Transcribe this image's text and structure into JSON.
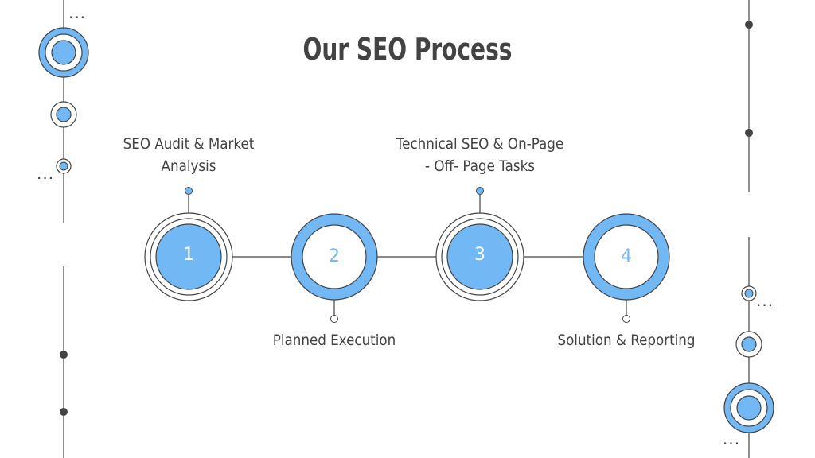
{
  "slide": {
    "title": "Our SEO Process"
  },
  "steps": [
    {
      "number": "1",
      "label": "SEO Audit & Market\nAnalysis",
      "label_line1": "SEO Audit & Market",
      "label_line2": "Analysis"
    },
    {
      "number": "2",
      "label": "Planned Execution"
    },
    {
      "number": "3",
      "label_line1": "Technical SEO & On-Page",
      "label_line2": "- Off- Page Tasks"
    },
    {
      "number": "4",
      "label": "Solution & Reporting"
    }
  ],
  "decor": {
    "dots_glyph": "...",
    "colors": {
      "accent": "#72b8f5",
      "line": "#434343",
      "text": "#434343",
      "background": "#ffffff"
    }
  }
}
